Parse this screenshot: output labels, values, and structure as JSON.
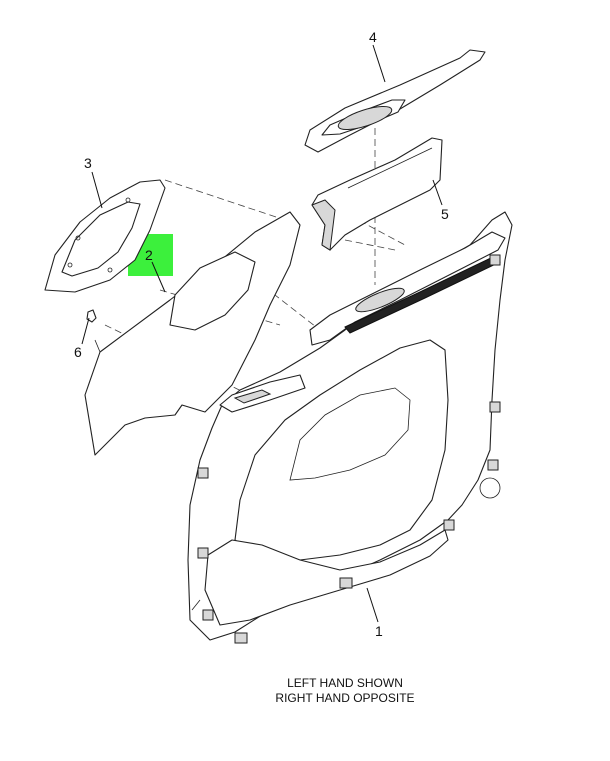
{
  "callouts": {
    "c1": "1",
    "c2": "2",
    "c3": "3",
    "c4": "4",
    "c5": "5",
    "c6": "6"
  },
  "caption": {
    "line1": "LEFT HAND SHOWN",
    "line2": "RIGHT HAND OPPOSITE"
  },
  "colors": {
    "highlight": "#3cf03c",
    "line": "#222222"
  }
}
